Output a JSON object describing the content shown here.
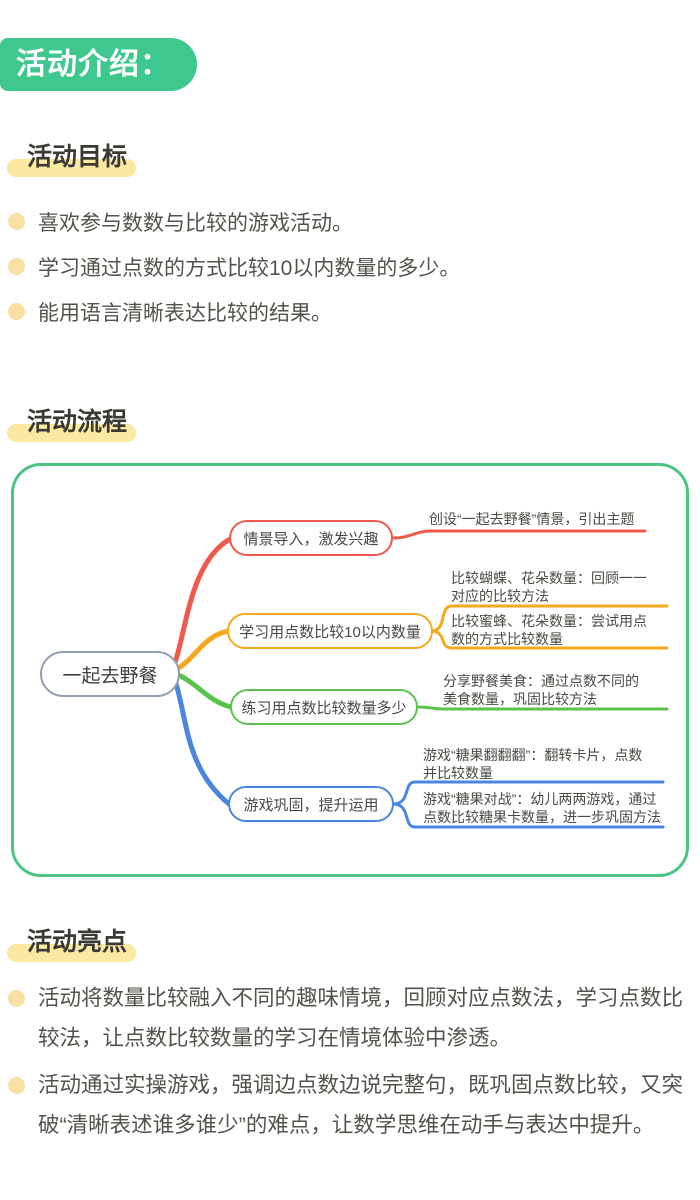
{
  "badge": {
    "label": "活动介绍：",
    "bg_color": "#3EC88E",
    "text_color": "#FFFFFF"
  },
  "goals": {
    "title": "活动目标",
    "items": [
      "喜欢参与数数与比较的游戏活动。",
      "学习通过点数的方式比较10以内数量的多少。",
      "能用语言清晰表达比较的结果。"
    ]
  },
  "flow": {
    "title": "活动流程",
    "mindmap": {
      "root": "一起去野餐",
      "frame_color": "#4CC584",
      "root_border_color": "#94A0B4",
      "branches": [
        {
          "color": "#F2594D",
          "node": "情景导入，激发兴趣",
          "children": [
            {
              "text": "创设“一起去野餐”情景，引出主题"
            }
          ]
        },
        {
          "color": "#F7A81E",
          "node": "学习用点数比较10以内数量",
          "children": [
            {
              "text": "比较蝴蝶、花朵数量：回顾一一\n对应的比较方法"
            },
            {
              "text": "比较蜜蜂、花朵数量：尝试用点\n数的方式比较数量"
            }
          ]
        },
        {
          "color": "#5CC24E",
          "node": "练习用点数比较数量多少",
          "children": [
            {
              "text": "分享野餐美食：通过点数不同的\n美食数量，巩固比较方法"
            }
          ]
        },
        {
          "color": "#4A86E0",
          "node": "游戏巩固，提升运用",
          "children": [
            {
              "text": "游戏“糖果翻翻翻”：翻转卡片，点数\n并比较数量"
            },
            {
              "text": "游戏“糖果对战”：幼儿两两游戏，通过\n点数比较糖果卡数量，进一步巩固方法"
            }
          ]
        }
      ]
    }
  },
  "highlights": {
    "title": "活动亮点",
    "items": [
      "活动将数量比较融入不同的趣味情境，回顾对应点数法，学习点数比较法，让点数比较数量的学习在情境体验中渗透。",
      "活动通过实操游戏，强调边点数边说完整句，既巩固点数比较，又突破“清晰表述谁多谁少”的难点，让数学思维在动手与表达中提升。"
    ]
  },
  "accent_colors": {
    "highlight_bar": "#FBE8A3",
    "bullet_dot": "#F8DFA3",
    "body_text": "#55524B"
  }
}
